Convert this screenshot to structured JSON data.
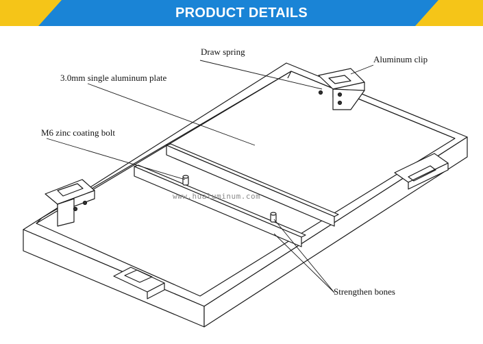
{
  "banner": {
    "title": "PRODUCT DETAILS",
    "colors": {
      "blue": "#1a84d6",
      "yellow": "#f5c518"
    }
  },
  "labels": {
    "draw_spring": "Draw spring",
    "aluminum_clip": "Aluminum clip",
    "plate": "3.0mm single aluminum plate",
    "bolt": "M6 zinc coating bolt",
    "bones": "Strengthen bones"
  },
  "watermark": "www.hualuminum.com"
}
